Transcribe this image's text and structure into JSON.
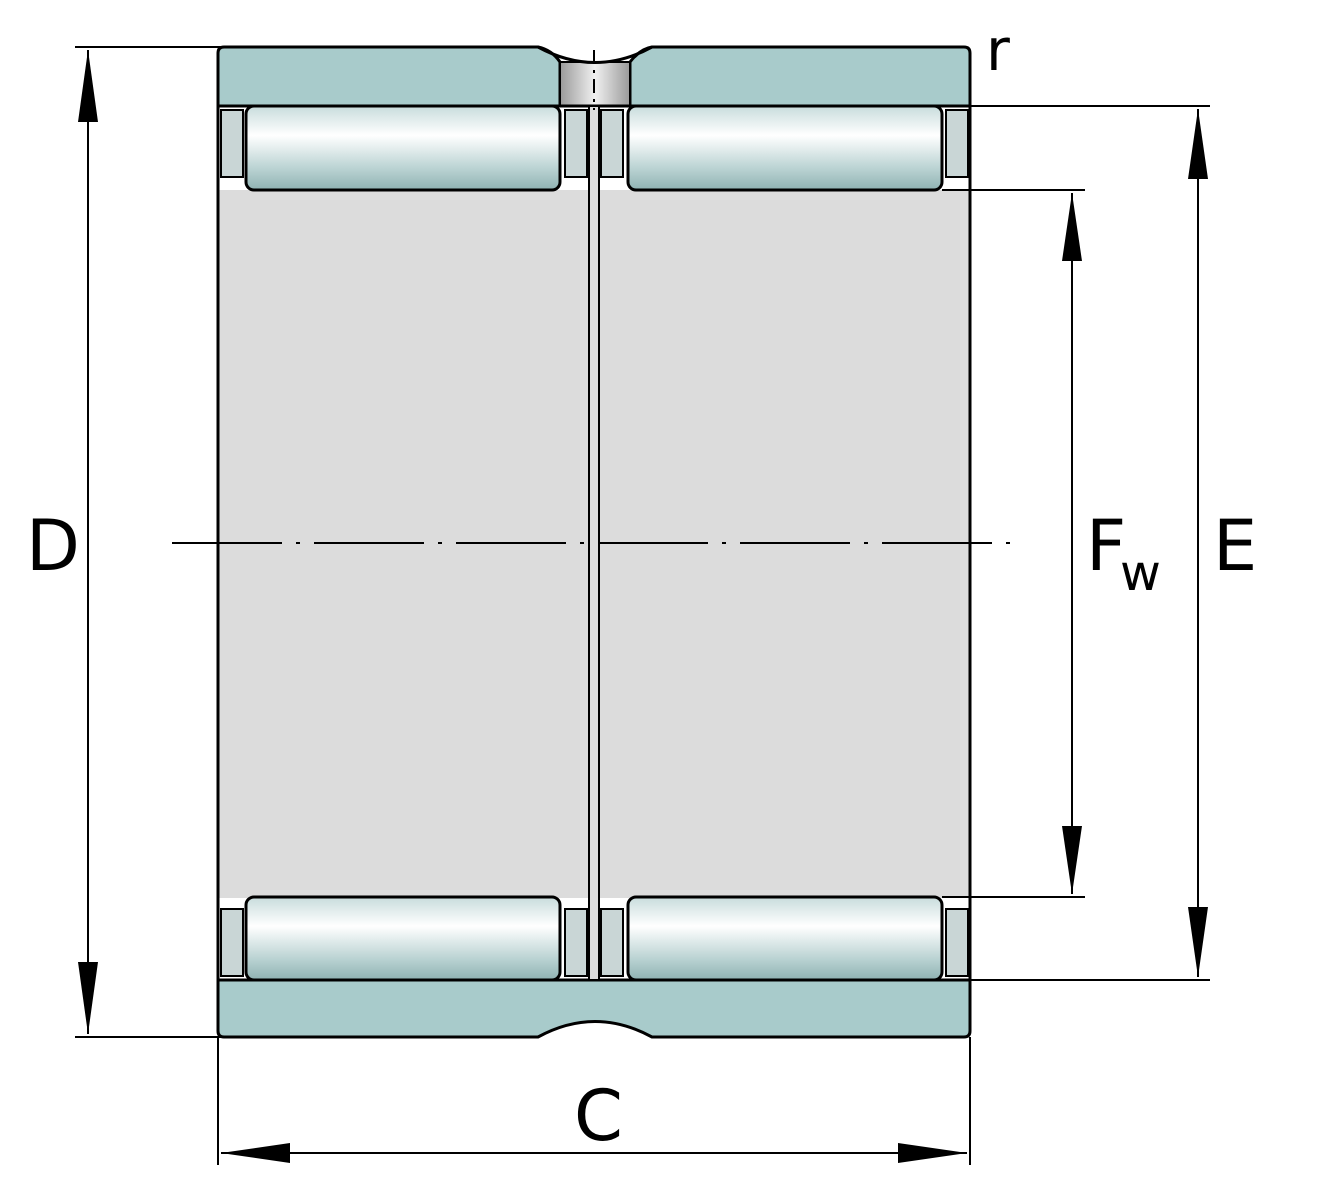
{
  "labels": {
    "r": "r",
    "D": "D",
    "E": "E",
    "Fw_main": "F",
    "Fw_sub": "w",
    "C": "C"
  },
  "colors": {
    "ring": "#a8cbcb",
    "bore": "#dcdcdc",
    "stroke": "#000000",
    "background": "#ffffff"
  }
}
